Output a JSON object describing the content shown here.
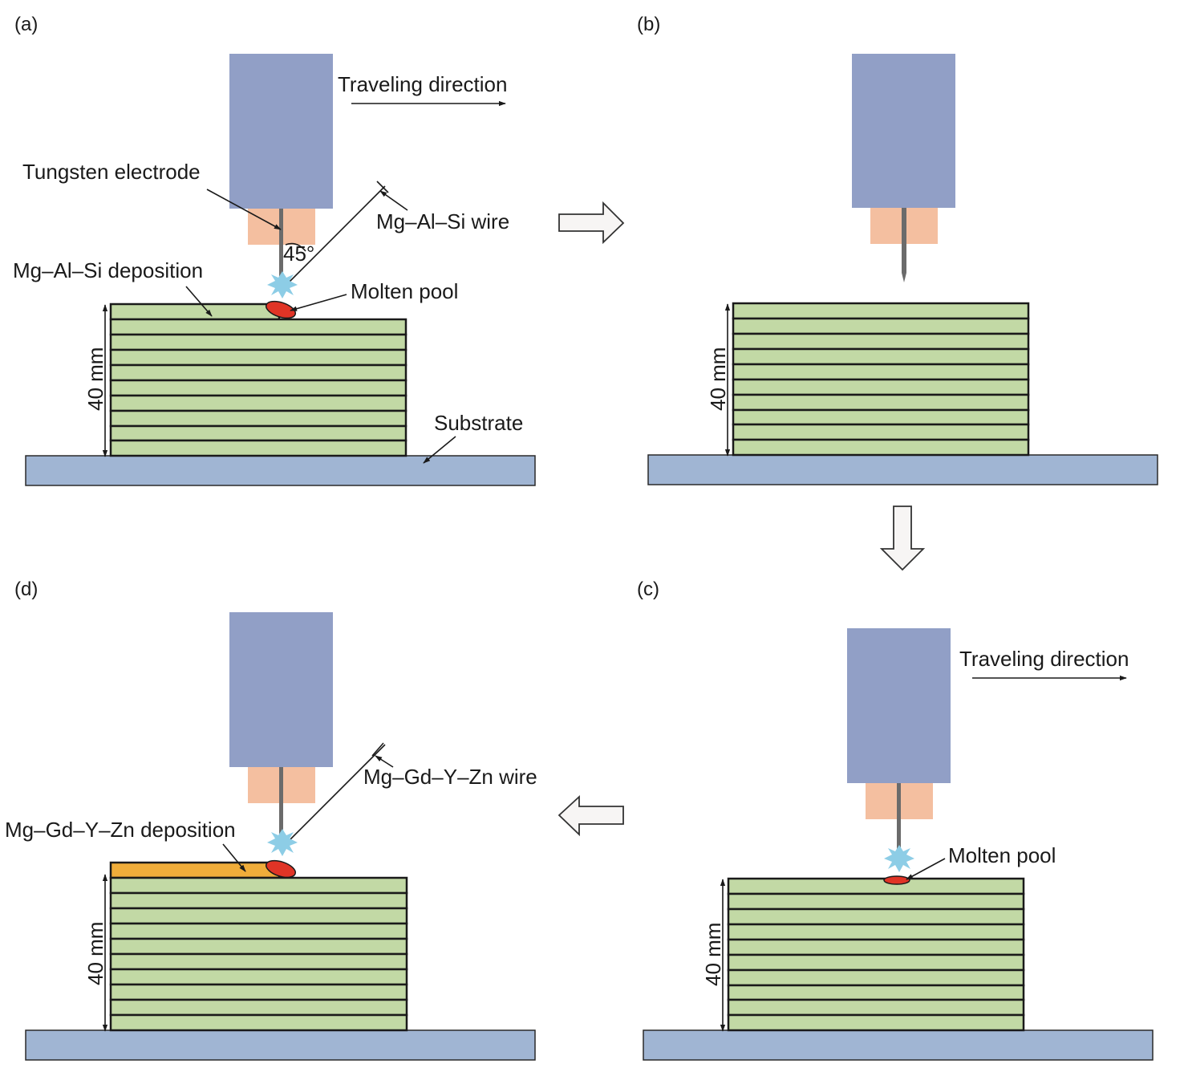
{
  "panels": {
    "a": {
      "label": "(a)",
      "traveling_direction": "Traveling direction",
      "tungsten_electrode": "Tungsten electrode",
      "wire": "Mg–Al–Si wire",
      "angle": "45°",
      "deposition": "Mg–Al–Si deposition",
      "molten_pool": "Molten pool",
      "height": "40 mm",
      "substrate": "Substrate"
    },
    "b": {
      "label": "(b)",
      "height": "40 mm"
    },
    "c": {
      "label": "(c)",
      "traveling_direction": "Traveling direction",
      "molten_pool": "Molten pool",
      "height": "40 mm"
    },
    "d": {
      "label": "(d)",
      "wire": "Mg–Gd–Y–Zn wire",
      "deposition": "Mg–Gd–Y–Zn deposition",
      "height": "40 mm"
    }
  },
  "colors": {
    "torch": "#919fc6",
    "nozzle": "#f4bfa0",
    "layer": "#c2d9a5",
    "substrate": "#a0b5d3",
    "molten_pool": "#e03426",
    "arc": "#8dcde6",
    "mg_gd_y_zn_layer": "#f0ad3a"
  },
  "icons": {
    "process_flow": [
      "right-arrow-icon",
      "down-arrow-icon",
      "left-arrow-icon"
    ]
  }
}
